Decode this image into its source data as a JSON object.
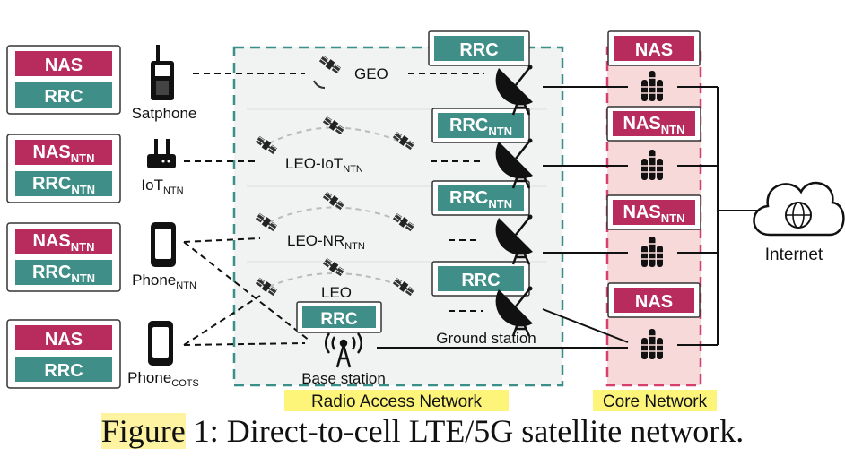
{
  "colors": {
    "nas": "#b72c5c",
    "rrc": "#3f8f88",
    "ran_border": "#3a8f88",
    "ran_fill": "#f2f4f3",
    "core_border": "#d6406f",
    "core_fill": "#f7d9d9",
    "label_highlight": "#fdf57a",
    "line": "#111111"
  },
  "ue_stacks": [
    {
      "top": "NAS",
      "top_sub": "",
      "bottom": "RRC",
      "bottom_sub": ""
    },
    {
      "top": "NAS",
      "top_sub": "NTN",
      "bottom": "RRC",
      "bottom_sub": "NTN"
    },
    {
      "top": "NAS",
      "top_sub": "NTN",
      "bottom": "RRC",
      "bottom_sub": "NTN"
    },
    {
      "top": "NAS",
      "top_sub": "",
      "bottom": "RRC",
      "bottom_sub": ""
    }
  ],
  "devices": [
    {
      "label": "Satphone",
      "sub": "",
      "icon": "satphone-icon"
    },
    {
      "label": "IoT",
      "sub": "NTN",
      "icon": "iot-router-icon"
    },
    {
      "label": "Phone",
      "sub": "NTN",
      "icon": "phone-icon"
    },
    {
      "label": "Phone",
      "sub": "COTS",
      "icon": "phone-icon"
    }
  ],
  "satellites": {
    "geo": {
      "label": "GEO",
      "sub": ""
    },
    "leo_iot": {
      "label": "LEO-IoT",
      "sub": "NTN"
    },
    "leo_nr": {
      "label": "LEO-NR",
      "sub": "NTN"
    },
    "leo": {
      "label": "LEO",
      "sub": ""
    }
  },
  "ran_rrc": [
    {
      "label": "RRC",
      "sub": ""
    },
    {
      "label": "RRC",
      "sub": "NTN"
    },
    {
      "label": "RRC",
      "sub": "NTN"
    },
    {
      "label": "RRC",
      "sub": ""
    },
    {
      "label": "RRC",
      "sub": ""
    }
  ],
  "core_nas": [
    {
      "label": "NAS",
      "sub": ""
    },
    {
      "label": "NAS",
      "sub": "NTN"
    },
    {
      "label": "NAS",
      "sub": "NTN"
    },
    {
      "label": "NAS",
      "sub": ""
    }
  ],
  "labels": {
    "ground_station": "Ground station",
    "base_station": "Base station",
    "internet": "Internet",
    "ran": "Radio Access Network",
    "core": "Core Network"
  },
  "caption": {
    "figure": "Figure",
    "text": " 1: Direct-to-cell LTE/5G satellite network."
  }
}
